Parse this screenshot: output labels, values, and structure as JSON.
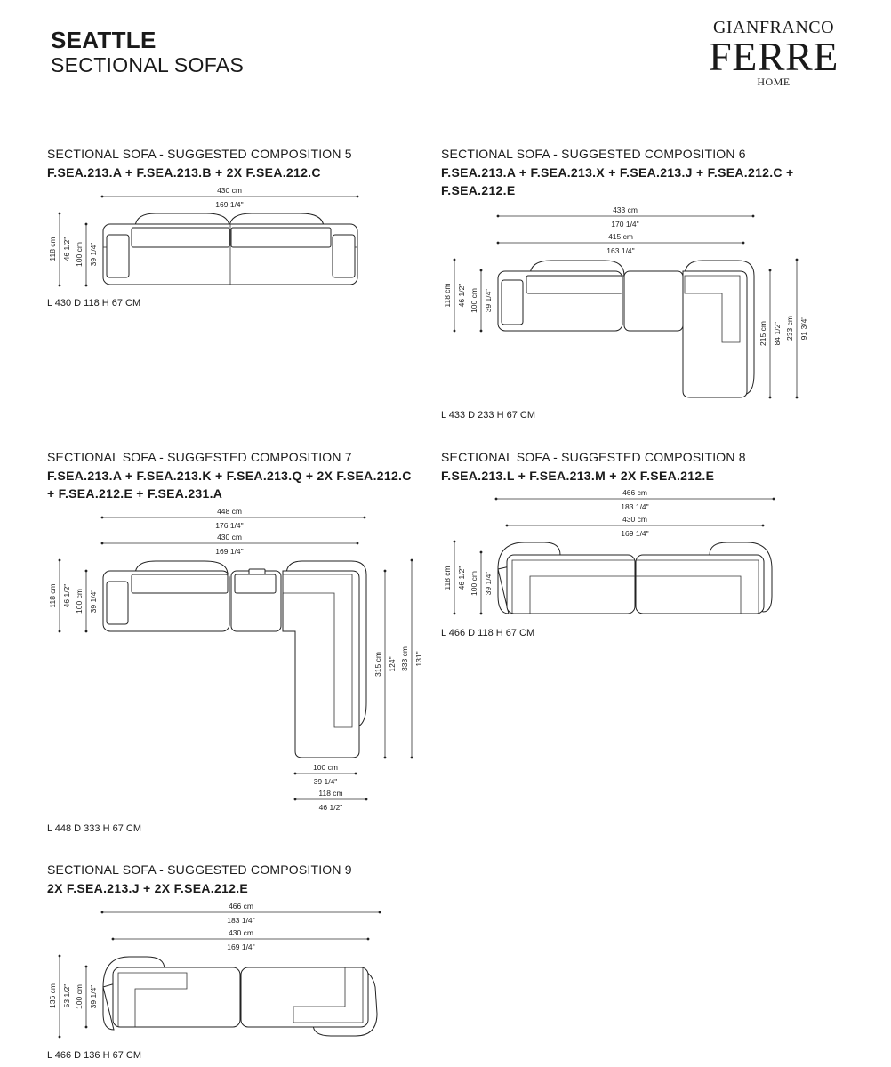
{
  "header": {
    "title": "SEATTLE",
    "subtitle": "SECTIONAL SOFAS",
    "brand_line1": "GIANFRANCO",
    "brand_line2": "FERRE",
    "brand_line3": "HOME"
  },
  "sections": [
    {
      "heading": "SECTIONAL SOFA - SUGGESTED COMPOSITION 5",
      "code_lines": [
        "F.SEA.213.A + F.SEA.213.B + 2X F.SEA.212.C"
      ],
      "dims": "L 430 D 118 H 67 CM",
      "labels": [
        "430 cm",
        "169 1/4\"",
        "118 cm",
        "46 1/2\"",
        "100 cm",
        "39 1/4\""
      ]
    },
    {
      "heading": "SECTIONAL SOFA - SUGGESTED COMPOSITION 6",
      "code_lines": [
        "F.SEA.213.A + F.SEA.213.X + F.SEA.213.J + F.SEA.212.C +",
        "F.SEA.212.E"
      ],
      "dims": "L 433 D 233 H 67 CM",
      "labels": [
        "433 cm",
        "170 1/4\"",
        "415 cm",
        "163 1/4\"",
        "118 cm",
        "46 1/2\"",
        "100 cm",
        "39 1/4\"",
        "215 cm",
        "84 1/2\"",
        "233 cm",
        "91 3/4\""
      ]
    },
    {
      "heading": "SECTIONAL SOFA - SUGGESTED COMPOSITION 7",
      "code_lines": [
        "F.SEA.213.A + F.SEA.213.K + F.SEA.213.Q + 2X F.SEA.212.C",
        "+ F.SEA.212.E + F.SEA.231.A"
      ],
      "dims": "L 448 D 333 H 67 CM",
      "labels": [
        "448 cm",
        "176 1/4\"",
        "430 cm",
        "169 1/4\"",
        "118 cm",
        "46 1/2\"",
        "100 cm",
        "39 1/4\"",
        "315 cm",
        "124\"",
        "333 cm",
        "131\"",
        "100 cm",
        "39 1/4\"",
        "118 cm",
        "46 1/2\""
      ]
    },
    {
      "heading": "SECTIONAL SOFA - SUGGESTED COMPOSITION 8",
      "code_lines": [
        "F.SEA.213.L + F.SEA.213.M + 2X F.SEA.212.E"
      ],
      "dims": "L 466 D 118 H 67 CM",
      "labels": [
        "466 cm",
        "183 1/4\"",
        "430 cm",
        "169 1/4\"",
        "118 cm",
        "46 1/2\"",
        "100 cm",
        "39 1/4\""
      ]
    },
    {
      "heading": "SECTIONAL SOFA - SUGGESTED COMPOSITION 9",
      "code_lines": [
        "2X F.SEA.213.J + 2X F.SEA.212.E"
      ],
      "dims": "L 466 D 136 H 67 CM",
      "labels": [
        "466 cm",
        "183 1/4\"",
        "430 cm",
        "169 1/4\"",
        "136 cm",
        "53 1/2\"",
        "100 cm",
        "39 1/4\""
      ]
    }
  ]
}
